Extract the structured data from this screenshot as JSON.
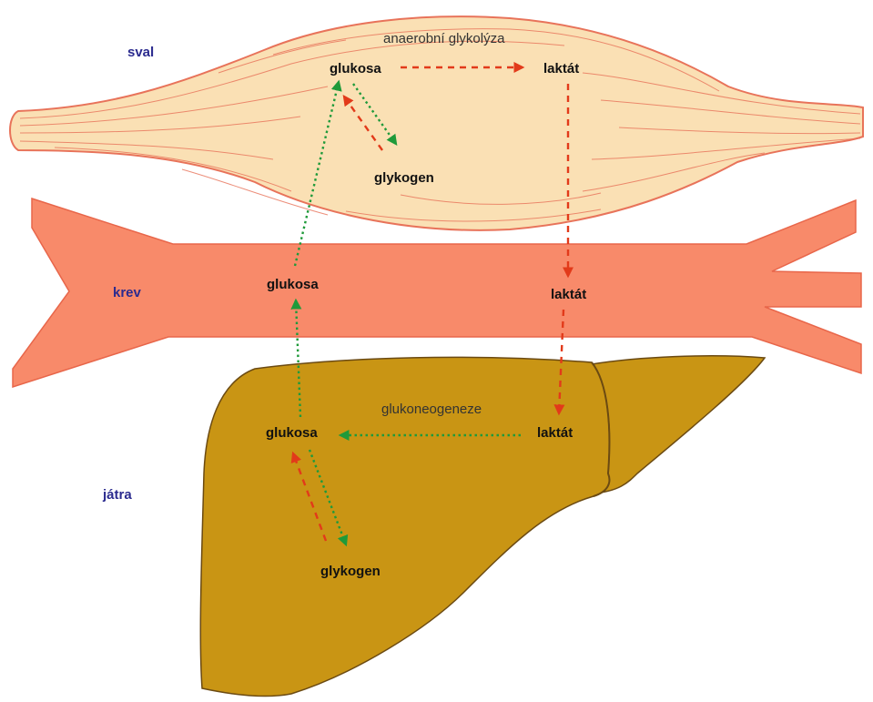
{
  "organs": {
    "muscle": "sval",
    "blood": "krev",
    "liver": "játra"
  },
  "processes": {
    "anaerobic_glycolysis": "anaerobní glykolýza",
    "gluconeogenesis": "glukoneogeneze"
  },
  "muscle": {
    "glucose": "glukosa",
    "lactate": "laktát",
    "glycogen": "glykogen"
  },
  "blood": {
    "glucose": "glukosa",
    "lactate": "laktát"
  },
  "liver": {
    "glucose": "glukosa",
    "lactate": "laktát",
    "glycogen": "glykogen"
  },
  "colors": {
    "muscle_fill": "#fae0b4",
    "muscle_outline": "#e8735a",
    "blood_fill": "#f88a6a",
    "liver_fill": "#c99514",
    "liver_outline": "#6b4a12",
    "red_arrow": "#e23a1a",
    "green_arrow": "#1f9a3a",
    "organ_label": "#2b2b8f"
  }
}
